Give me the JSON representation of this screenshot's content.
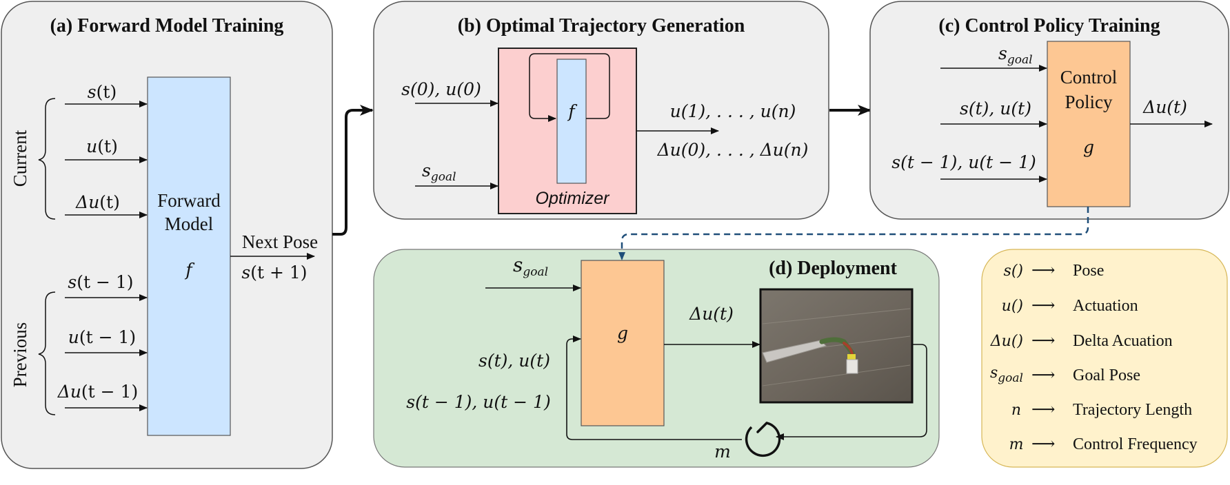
{
  "panel_a": {
    "title": "(a) Forward Model Training",
    "group_current": "Current",
    "group_previous": "Previous",
    "inputs": [
      {
        "var": "s",
        "arg": "(t)"
      },
      {
        "var": "u",
        "arg": "(t)"
      },
      {
        "var": "Δu",
        "arg": "(t)"
      },
      {
        "var": "s",
        "arg": "(t − 1)"
      },
      {
        "var": "u",
        "arg": "(t − 1)"
      },
      {
        "var": "Δu",
        "arg": "(t − 1)"
      }
    ],
    "model_line1": "Forward",
    "model_line2": "Model",
    "model_symbol": "f",
    "output_label": "Next Pose",
    "output_var": "s",
    "output_arg": "(t + 1)"
  },
  "panel_b": {
    "title": "(b) Optimal Trajectory Generation",
    "input1": "s(0), u(0)",
    "input2_var": "s",
    "input2_sub": "goal",
    "inner_symbol": "f",
    "optimizer_label": "Optimizer",
    "output1": "u(1), . . . , u(n)",
    "output2": "Δu(0), . . . , Δu(n)"
  },
  "panel_c": {
    "title": "(c) Control Policy Training",
    "input1_var": "s",
    "input1_sub": "goal",
    "input2": "s(t), u(t)",
    "input3": "s(t − 1), u(t − 1)",
    "policy_line1": "Control",
    "policy_line2": "Policy",
    "policy_symbol": "g",
    "output": "Δu(t)"
  },
  "panel_d": {
    "title": "(d) Deployment",
    "input_goal_var": "s",
    "input_goal_sub": "goal",
    "policy_symbol": "g",
    "output": "Δu(t)",
    "feedback1": "s(t), u(t)",
    "feedback2": "s(t − 1), u(t − 1)",
    "frequency_symbol": "m"
  },
  "legend": {
    "items": [
      {
        "symbol": "s()",
        "meaning": "Pose"
      },
      {
        "symbol": "u()",
        "meaning": "Actuation"
      },
      {
        "symbol": "Δu()",
        "meaning": "Delta Acuation"
      },
      {
        "symbol": "s",
        "sub": "goal",
        "meaning": "Goal Pose"
      },
      {
        "symbol": "n",
        "meaning": "Trajectory Length"
      },
      {
        "symbol": "m",
        "meaning": "Control Frequency"
      }
    ],
    "arrow_glyph": "⟶"
  },
  "colors": {
    "panel_gray": "#efefef",
    "panel_green": "#d5e8d4",
    "panel_yellow": "#fff2cc",
    "box_blue": "#cce5ff",
    "box_orange": "#fdc793",
    "box_pink": "#fccfcf",
    "dashed_link": "#1f4e79"
  }
}
